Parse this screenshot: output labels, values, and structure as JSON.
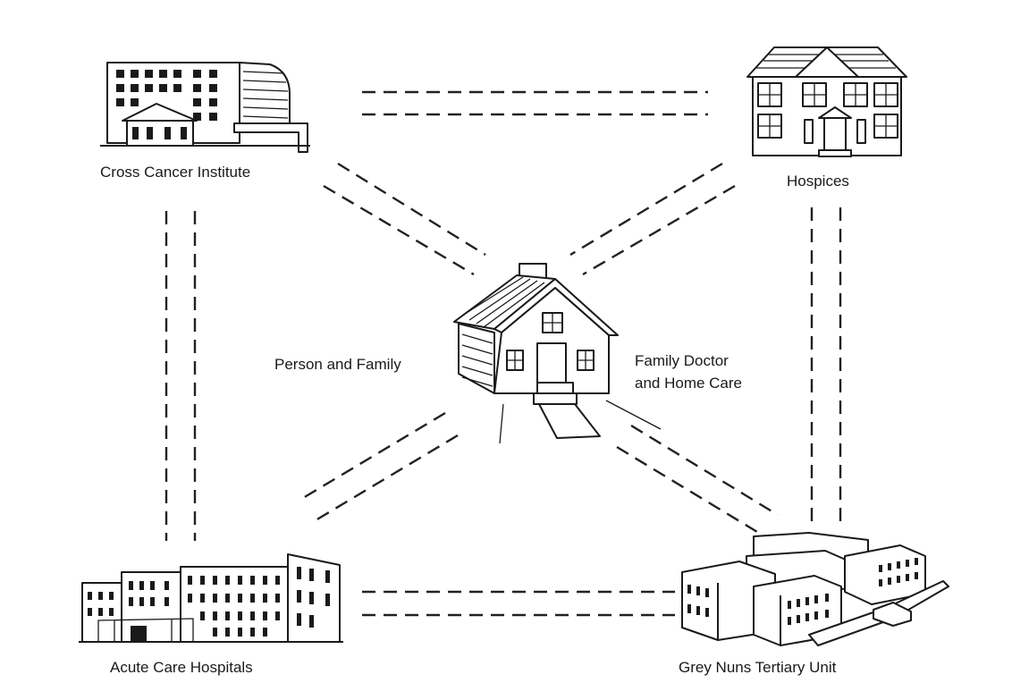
{
  "diagram": {
    "nodes": {
      "cross_cancer": {
        "label": "Cross Cancer Institute",
        "icon": "hospital-tower-icon"
      },
      "hospices": {
        "label": "Hospices",
        "icon": "house-two-storey-icon"
      },
      "home": {
        "label_left": "Person and Family",
        "label_right_line1": "Family Doctor",
        "label_right_line2": "and Home Care",
        "icon": "home-icon"
      },
      "acute_care": {
        "label": "Acute Care Hospitals",
        "icon": "hospital-block-icon"
      },
      "grey_nuns": {
        "label": "Grey Nuns Tertiary Unit",
        "icon": "hospital-complex-icon"
      }
    },
    "connections": [
      {
        "from": "cross_cancer",
        "to": "hospices",
        "style": "double-dashed"
      },
      {
        "from": "cross_cancer",
        "to": "acute_care",
        "style": "double-dashed"
      },
      {
        "from": "hospices",
        "to": "grey_nuns",
        "style": "double-dashed"
      },
      {
        "from": "acute_care",
        "to": "grey_nuns",
        "style": "double-dashed"
      },
      {
        "from": "home",
        "to": "cross_cancer",
        "style": "double-dashed"
      },
      {
        "from": "home",
        "to": "hospices",
        "style": "double-dashed"
      },
      {
        "from": "home",
        "to": "acute_care",
        "style": "double-dashed"
      },
      {
        "from": "home",
        "to": "grey_nuns",
        "style": "double-dashed"
      }
    ]
  }
}
